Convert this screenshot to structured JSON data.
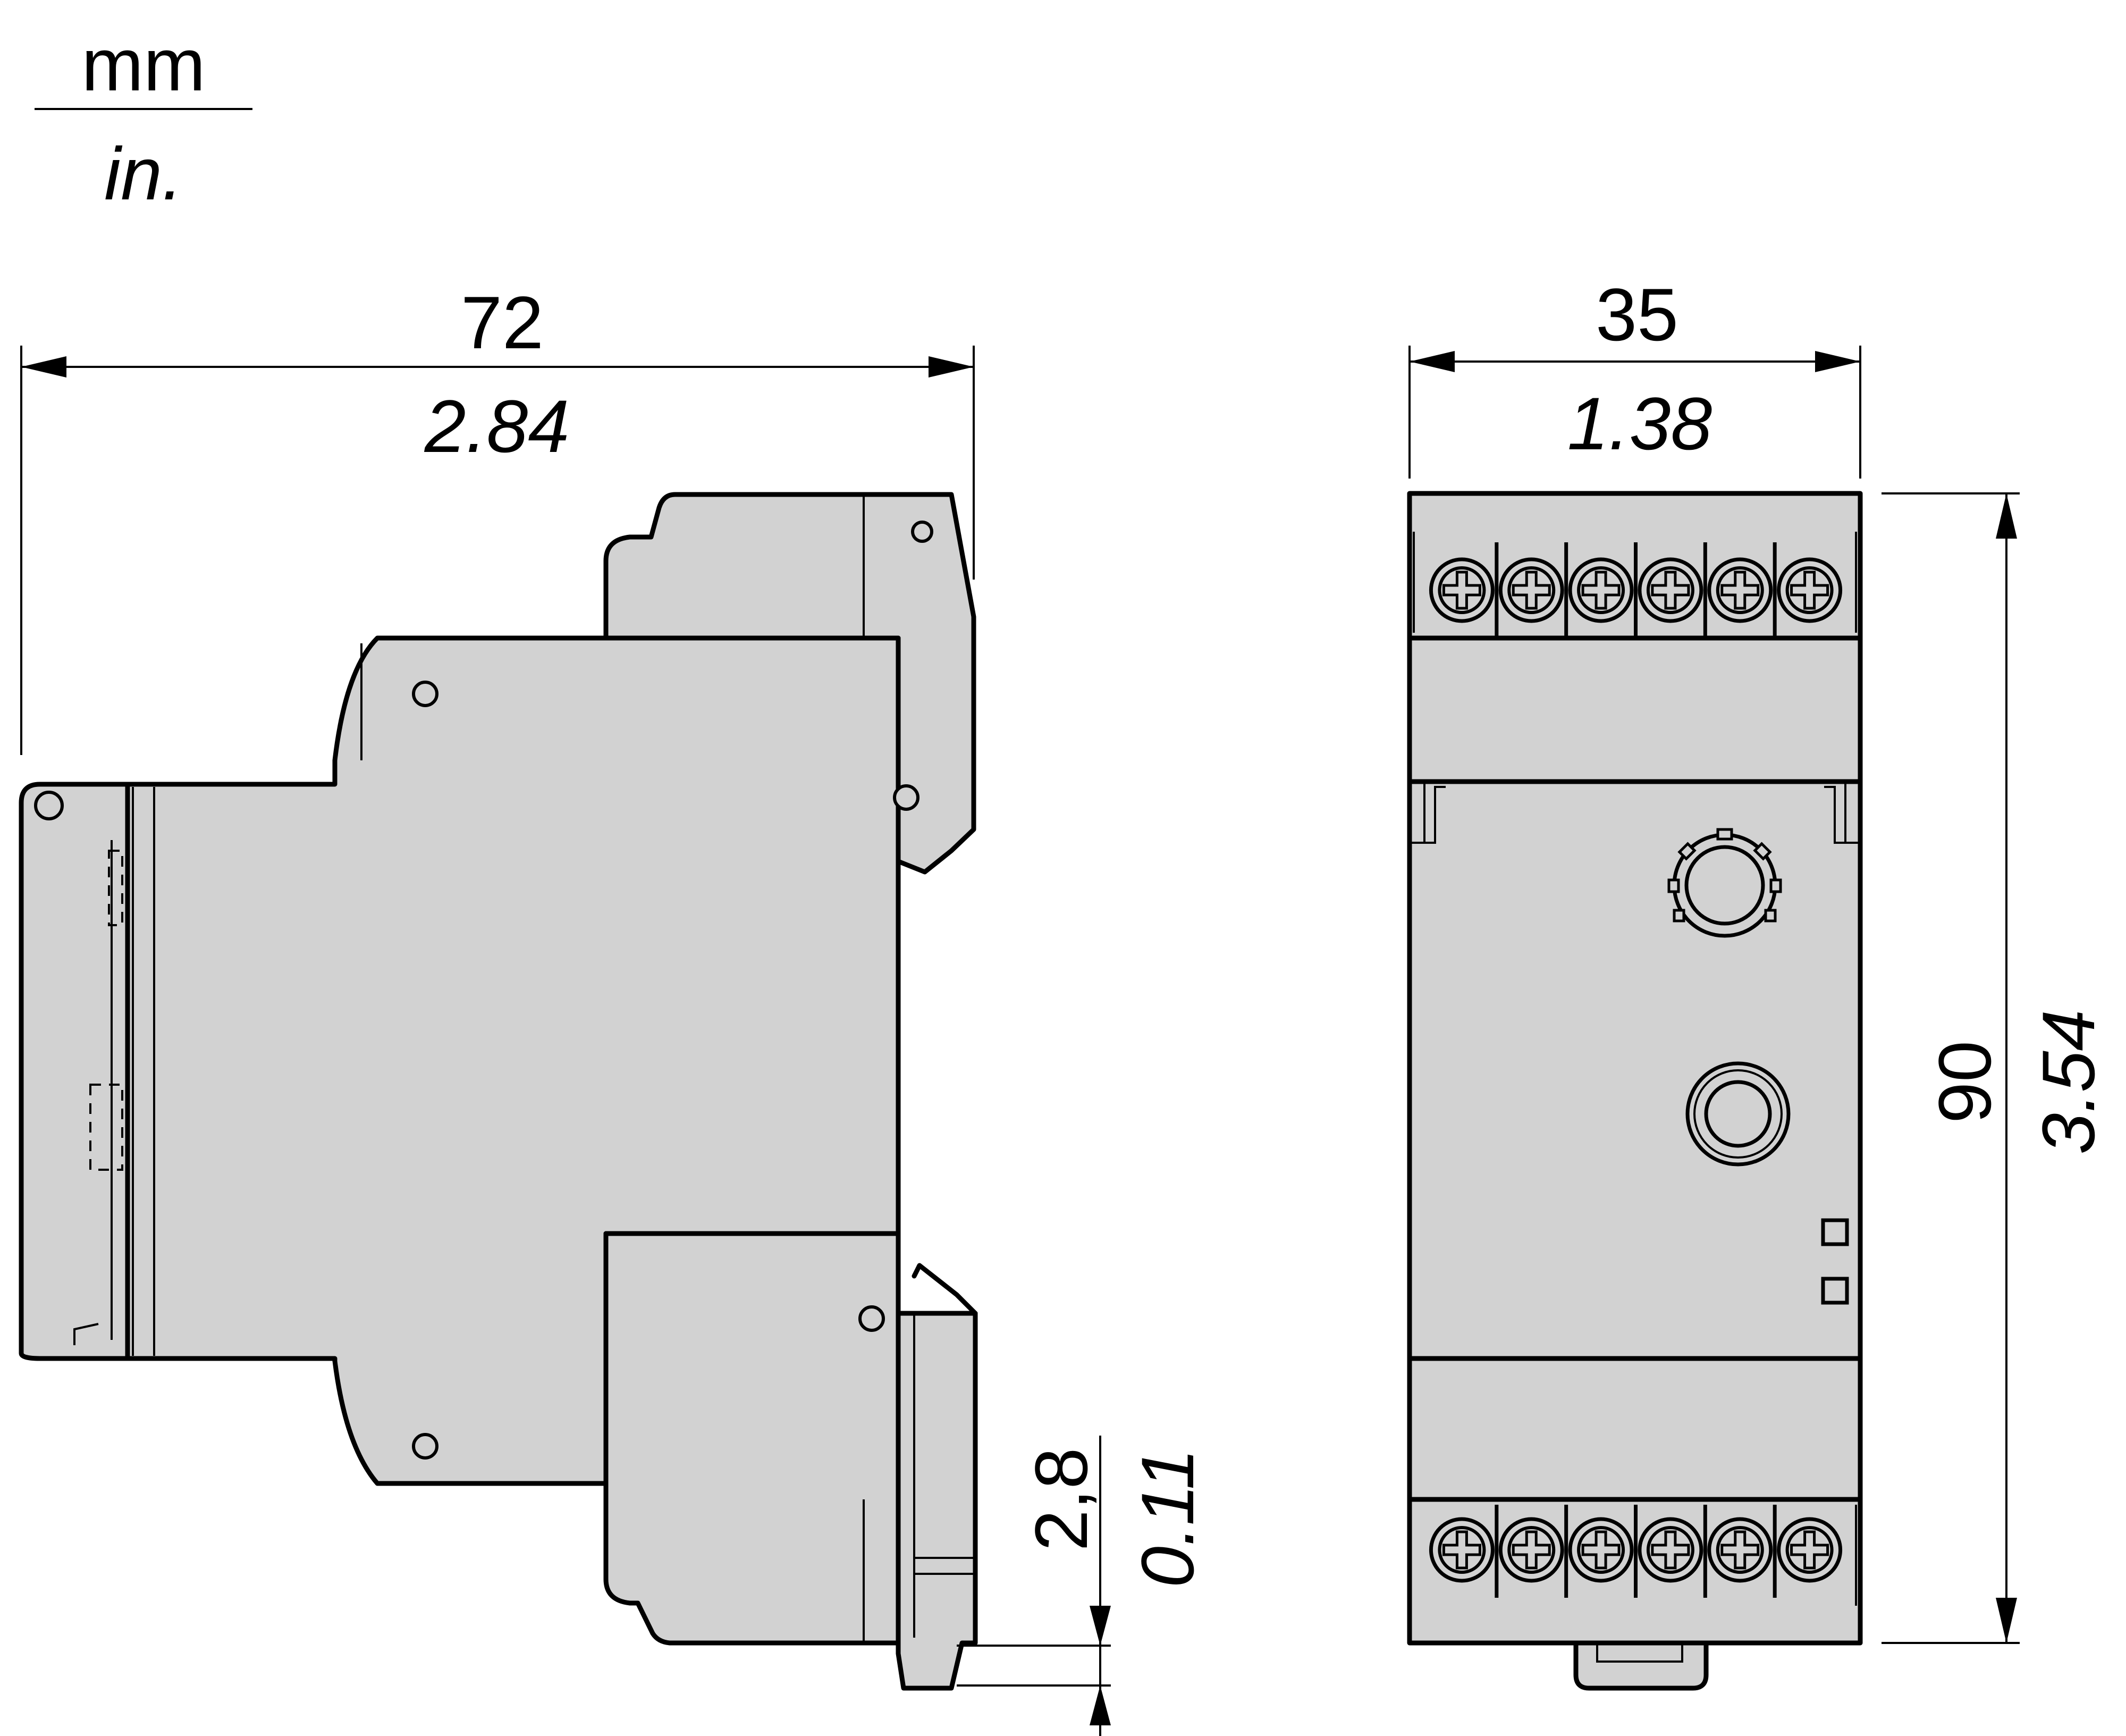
{
  "units": {
    "primary": "mm",
    "secondary": "in."
  },
  "dimensions": {
    "side_width": {
      "mm": "72",
      "in": "2.84"
    },
    "front_width": {
      "mm": "35",
      "in": "1.38"
    },
    "front_height": {
      "mm": "90",
      "in": "3.54"
    },
    "rail_offset": {
      "mm": "2,8",
      "in": "0.11"
    }
  },
  "terminals": {
    "top_count": 6,
    "bottom_count": 6
  },
  "colors": {
    "body": "#d2d2d2",
    "line": "#000000"
  }
}
